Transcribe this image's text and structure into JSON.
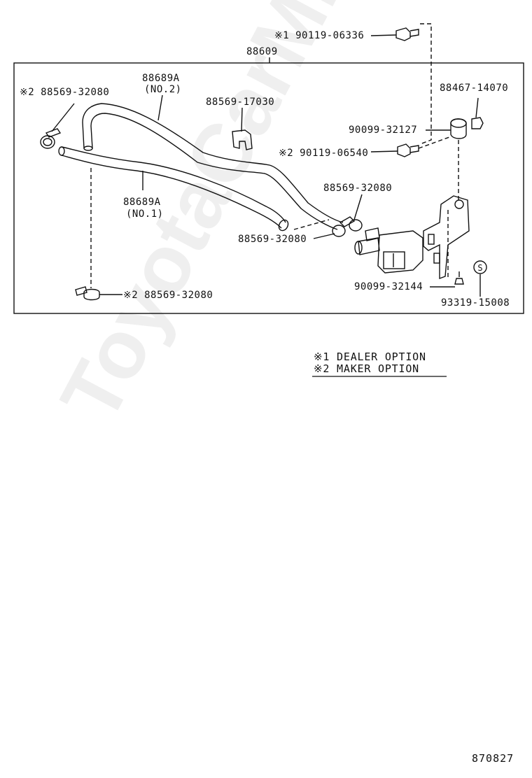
{
  "callouts": {
    "bolt_top": {
      "mark": "※1",
      "part": "90119-06336"
    },
    "assembly": {
      "part": "88609"
    },
    "clamp_top_left": {
      "mark": "※2",
      "part": "88569-32080"
    },
    "hose_no2": {
      "part": "88689A",
      "sub": "(NO.2)"
    },
    "clamp_mid": {
      "part": "88569-17030"
    },
    "grommet_top_right": {
      "part": "88467-14070"
    },
    "cushion": {
      "part": "90099-32127"
    },
    "bolt_mid": {
      "mark": "※2",
      "part": "90119-06540"
    },
    "hose_no1": {
      "part": "88689A",
      "sub": "(NO.1)"
    },
    "clamp_right_upper": {
      "part": "88569-32080"
    },
    "clamp_right_lower": {
      "part": "88569-32080"
    },
    "clamp_bottom_left": {
      "mark": "※2",
      "part": "88569-32080"
    },
    "screw_bottom": {
      "part": "90099-32144"
    },
    "vsv": {
      "part": "93319-15008",
      "symbol": "S"
    }
  },
  "legend": {
    "line1": "※1 DEALER OPTION",
    "line2": "※2 MAKER OPTION"
  },
  "watermark": "ToyotaCarMine.ru",
  "diagram_code": "870827"
}
